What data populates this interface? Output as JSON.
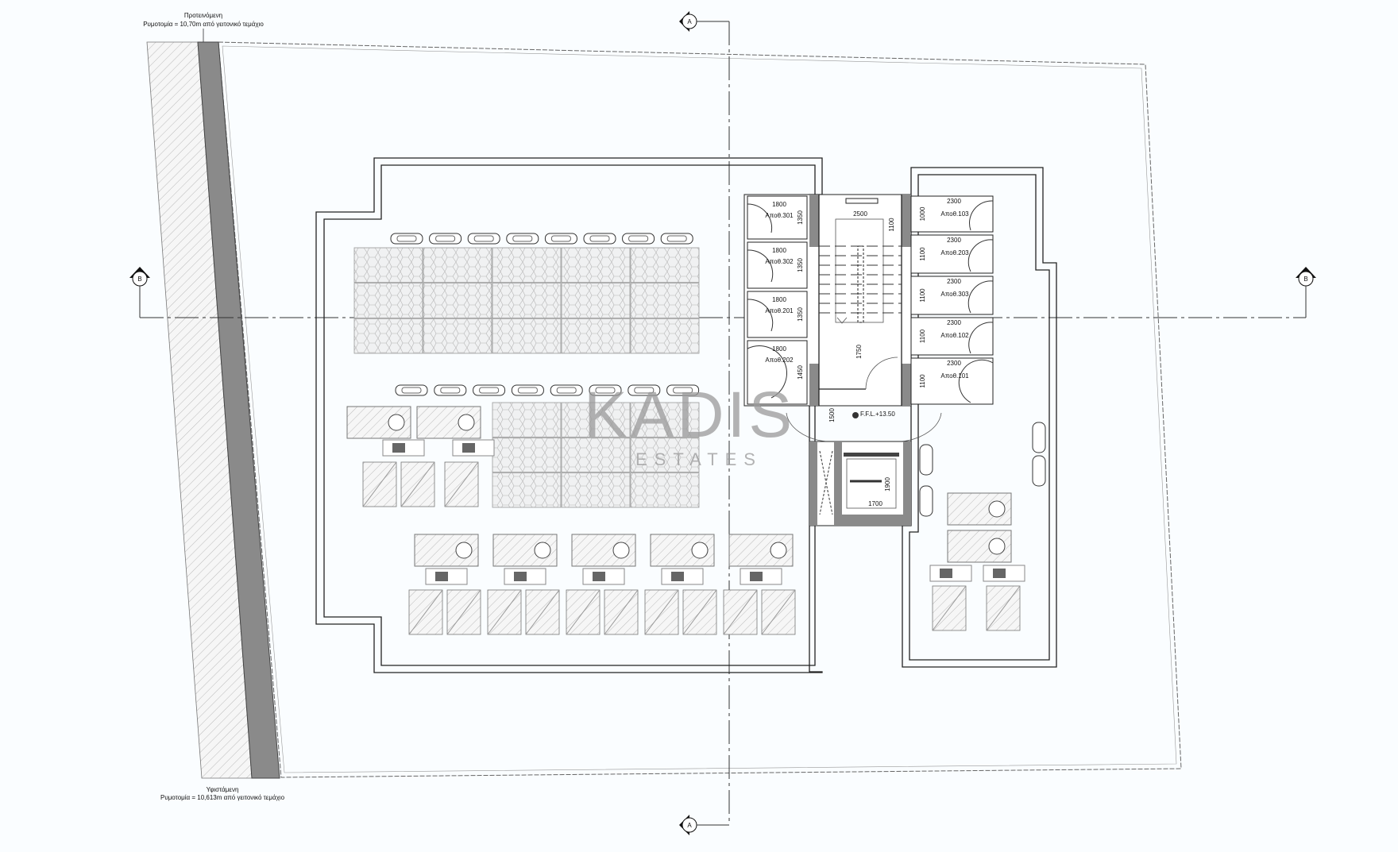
{
  "title_top": {
    "line1": "Προτεινόμενη",
    "line2": "Ρυμοτομία = 10,70m από γειτονικό τεμάχιο"
  },
  "title_bottom": {
    "line1": "Υφιστάμενη",
    "line2": "Ρυμοτομία = 10,613m από γειτονικό τεμάχιο"
  },
  "section_markers": {
    "a": "A",
    "b": "B"
  },
  "left_rooms": [
    {
      "name": "Αποθ.301",
      "width": "1800",
      "depth": "1350"
    },
    {
      "name": "Αποθ.302",
      "width": "1800",
      "depth": "1350"
    },
    {
      "name": "Αποθ.201",
      "width": "1800",
      "depth": "1350"
    },
    {
      "name": "Αποθ.202",
      "width": "1800",
      "depth": "1450"
    }
  ],
  "right_rooms": [
    {
      "name": "Αποθ.103",
      "width": "2300",
      "depth": "1000"
    },
    {
      "name": "Αποθ.203",
      "width": "2300",
      "depth": "1100"
    },
    {
      "name": "Αποθ.303",
      "width": "2300",
      "depth": "1100"
    },
    {
      "name": "Αποθ.102",
      "width": "2300",
      "depth": "1100"
    },
    {
      "name": "Αποθ.101",
      "width": "2300",
      "depth": "1100"
    }
  ],
  "stair": {
    "width": "2500",
    "top_depth": "1100",
    "landing": "1750",
    "lobby": "1500"
  },
  "elevator": {
    "width": "1700",
    "depth": "1900"
  },
  "level": "F.F.L.+13.50",
  "watermark": {
    "brand": "KADIS",
    "sub": "ESTATES"
  },
  "colors": {
    "wall": "#8a8a8a",
    "line": "#222222",
    "background": "#fafdff"
  }
}
